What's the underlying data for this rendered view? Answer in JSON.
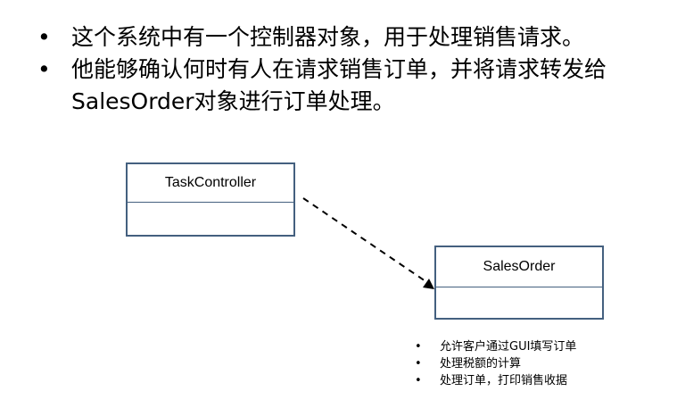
{
  "bullets": [
    "这个系统中有一个控制器对象，用于处理销售请求。",
    "他能够确认何时有人在请求销售订单，并将请求转发给SalesOrder对象进行订单处理。"
  ],
  "classes": {
    "task_controller": {
      "name": "TaskController"
    },
    "sales_order": {
      "name": "SalesOrder"
    }
  },
  "notes": [
    "允许客户通过GUI填写订单",
    "处理税额的计算",
    "处理订单，打印销售收据"
  ],
  "colors": {
    "box_border": "#44607f",
    "arrow": "#000000"
  }
}
